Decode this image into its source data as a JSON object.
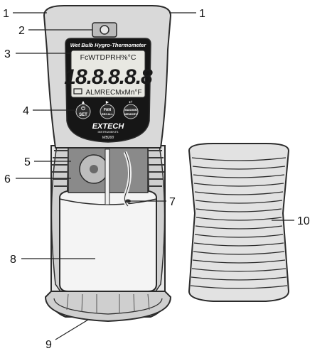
{
  "device": {
    "title": "Wet Bulb Hygro-Thermometer",
    "lcd_top_row": "FcWTDPRH%°C",
    "lcd_digits": "18.8.8.8.8",
    "lcd_bottom_row": "ALMRECMxMn°F",
    "buttons": {
      "set_top": "⏻",
      "set": "SET",
      "fan_top": "FAN",
      "fan": "RECALL",
      "max_top": "MAX/MIN",
      "max": "MEMORY"
    },
    "brand": "EXTECH",
    "brand_sub": "INSTRUMENTS",
    "model": "WB200"
  },
  "callouts": {
    "c1a": "1",
    "c1b": "1",
    "c2": "2",
    "c3": "3",
    "c4": "4",
    "c5": "5",
    "c6": "6",
    "c7": "7",
    "c8": "8",
    "c9": "9",
    "c10": "10"
  }
}
